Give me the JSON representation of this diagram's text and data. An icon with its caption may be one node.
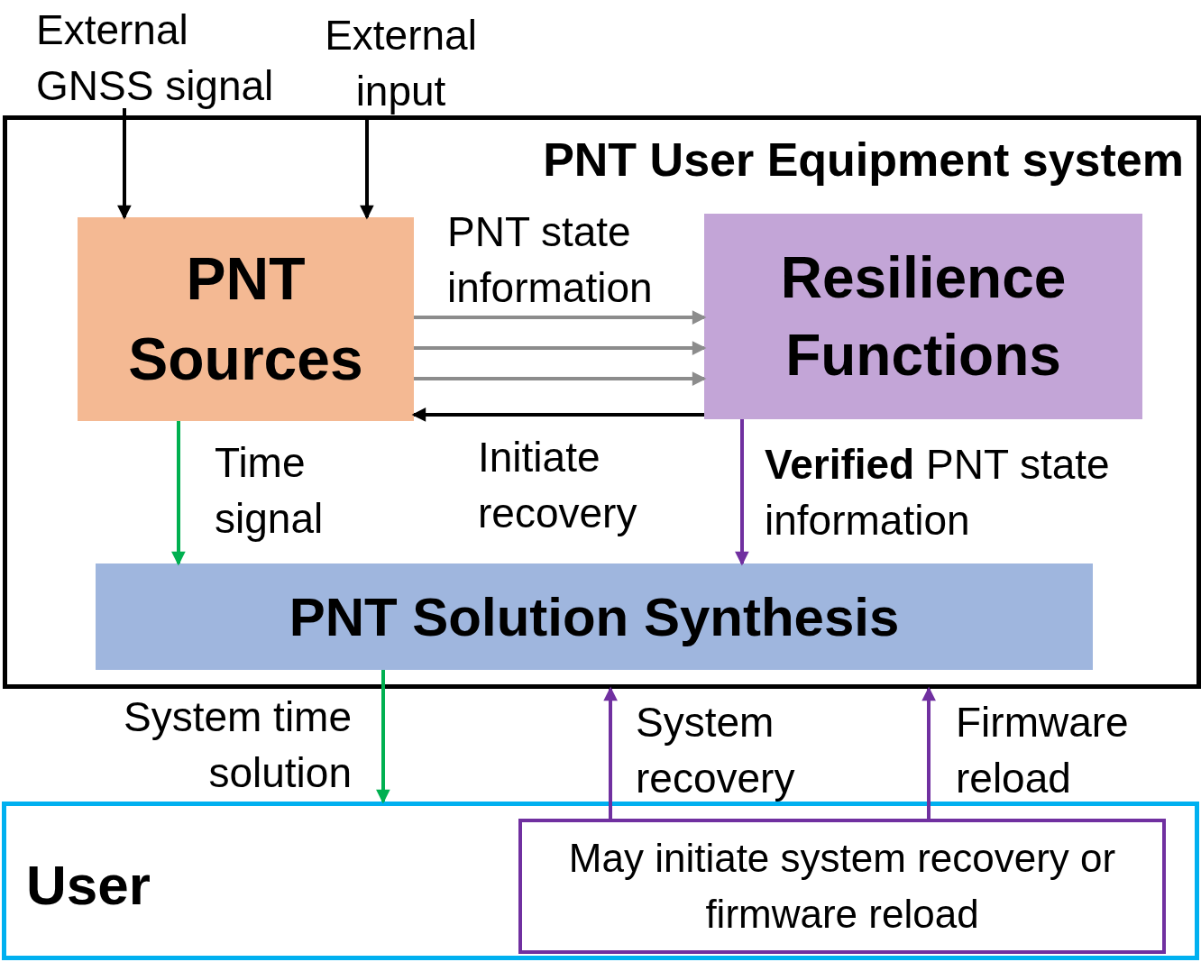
{
  "diagram": {
    "nodes": [
      {
        "text": [
          "External GNSS signal"
        ]
      },
      {
        "text": [
          "External input"
        ]
      },
      {
        "text": [
          "PNT User Equipment system"
        ]
      },
      {
        "text": [
          "PNT Sources"
        ],
        "in": 2
      },
      {
        "text": [
          "Resilience Functions"
        ],
        "in": 2
      },
      {
        "text": [
          "PNT Solution Synthesis"
        ],
        "in": 2
      },
      {
        "text": [
          "User"
        ]
      },
      {
        "text": [
          "May initiate system recovery or firmware reload"
        ],
        "in": 6
      }
    ],
    "edges": [
      {
        "from": 0,
        "to": 3,
        "arrow": "to"
      },
      {
        "from": 1,
        "to": 3,
        "arrow": "to"
      },
      {
        "from": 3,
        "to": 4,
        "arrow": "to",
        "label": "PNT state information",
        "color": "#8c8c8c"
      },
      {
        "from": 3,
        "to": 4,
        "arrow": "to",
        "color": "#8c8c8c"
      },
      {
        "from": 3,
        "to": 4,
        "arrow": "to",
        "color": "#8c8c8c"
      },
      {
        "from": 4,
        "to": 3,
        "arrow": "to",
        "label": "Initiate recovery"
      },
      {
        "from": 3,
        "to": 5,
        "arrow": "to",
        "label": "Time signal",
        "color": "#00b050"
      },
      {
        "from": 4,
        "to": 5,
        "arrow": "to",
        "label": "**Verified** PNT state information",
        "color": "#7030a0"
      },
      {
        "from": 5,
        "to": 6,
        "arrow": "to",
        "label": "System time solution",
        "color": "#00b050"
      },
      {
        "from": 7,
        "to": 2,
        "arrow": "to",
        "label": "System recovery",
        "color": "#7030a0"
      },
      {
        "from": 7,
        "to": 2,
        "arrow": "to",
        "label": "Firmware reload",
        "color": "#7030a0"
      }
    ]
  }
}
